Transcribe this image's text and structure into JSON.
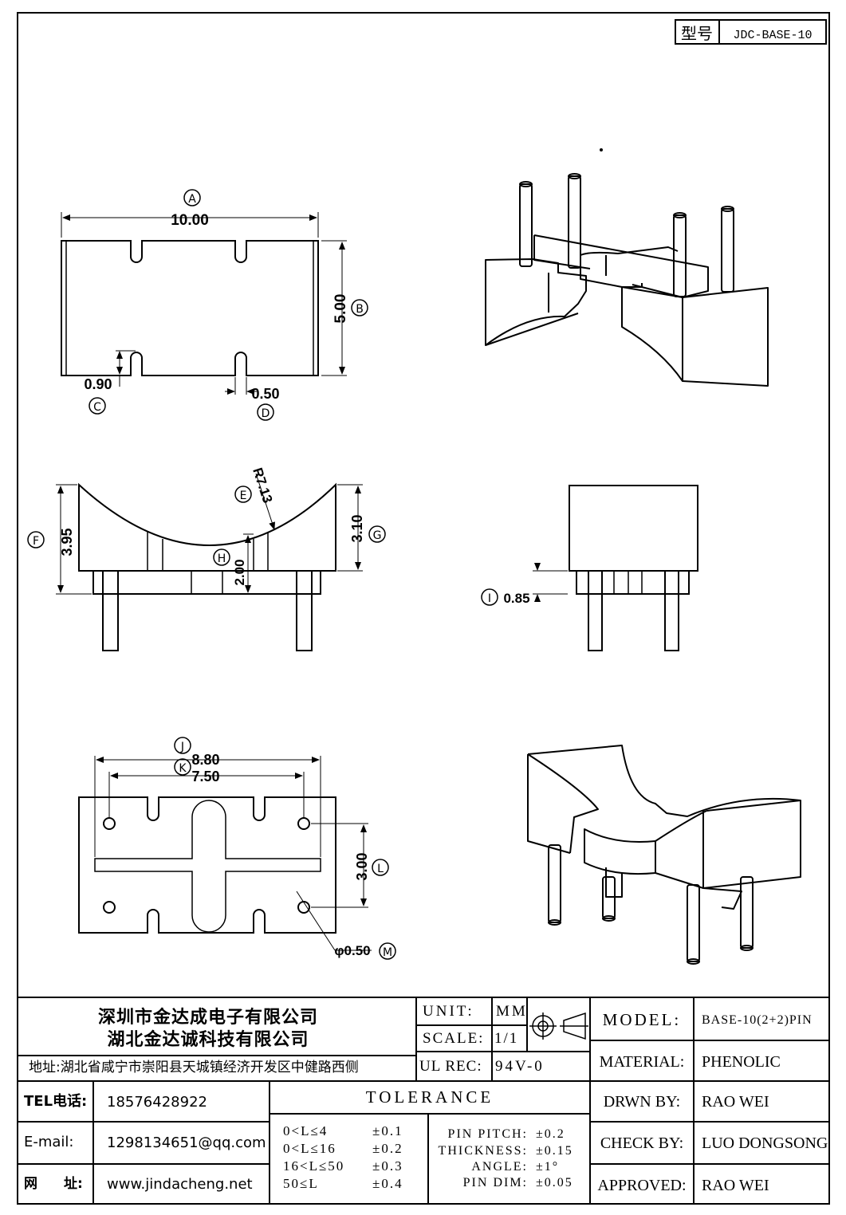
{
  "model_box": {
    "label": "型号",
    "value": "JDC-BASE-10"
  },
  "dimensions": {
    "A": {
      "letter": "A",
      "value": "10.00"
    },
    "B": {
      "letter": "B",
      "value": "5.00"
    },
    "C": {
      "letter": "C",
      "value": "0.90"
    },
    "D": {
      "letter": "D",
      "value": "0.50"
    },
    "E": {
      "letter": "E",
      "value": "R7.13"
    },
    "F": {
      "letter": "F",
      "value": "3.95"
    },
    "G": {
      "letter": "G",
      "value": "3.10"
    },
    "H": {
      "letter": "H",
      "value": "2.00"
    },
    "I": {
      "letter": "I",
      "value": "0.85"
    },
    "J": {
      "letter": "J",
      "value": "8.80"
    },
    "K": {
      "letter": "K",
      "value": "7.50"
    },
    "L": {
      "letter": "L",
      "value": "3.00"
    },
    "M": {
      "letter": "M",
      "value": "φ0.50"
    }
  },
  "title_block": {
    "company1": "深圳市金达成电子有限公司",
    "company2": "湖北金达诚科技有限公司",
    "address": "地址:湖北省咸宁市崇阳县天城镇经济开发区中健路西侧",
    "tel_label": "TEL电话:",
    "tel": "18576428922",
    "email_label": "E-mail:",
    "email": "1298134651@qq.com",
    "web_label_1": "网",
    "web_label_2": "址:",
    "web": "www.jindacheng.net",
    "unit_label": "UNIT:",
    "unit_value": "MM",
    "scale_label": "SCALE:",
    "scale_value": "1/1",
    "ul_label": "UL REC:",
    "ul_value": "94V-0",
    "tolerance_title": "TOLERANCE",
    "tolerances": [
      {
        "range": "0<L≤4",
        "value": "±0.1"
      },
      {
        "range": "0<L≤16",
        "value": "±0.2"
      },
      {
        "range": "16<L≤50",
        "value": "±0.3"
      },
      {
        "range": "50≤L",
        "value": "±0.4"
      }
    ],
    "specs": [
      {
        "label": "PIN PITCH:",
        "value": "±0.2"
      },
      {
        "label": "THICKNESS:",
        "value": "±0.15"
      },
      {
        "label": "ANGLE:",
        "value": "±1°"
      },
      {
        "label": "PIN DIM:",
        "value": "±0.05"
      }
    ],
    "model_label": "MODEL:",
    "model_value": "BASE-10(2+2)PIN",
    "material_label": "MATERIAL:",
    "material_value": "PHENOLIC",
    "drawn_label": "DRWN BY:",
    "drawn_value": "RAO WEI",
    "check_label": "CHECK BY:",
    "check_value": "LUO DONGSONG",
    "approved_label": "APPROVED:",
    "approved_value": "RAO WEI"
  }
}
